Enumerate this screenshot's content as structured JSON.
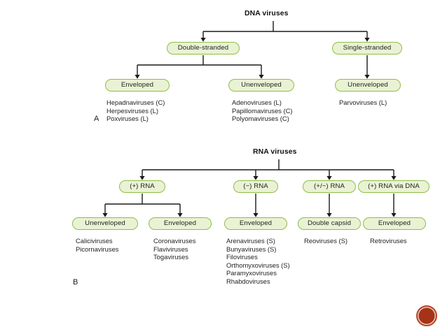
{
  "figure": {
    "background_color": "#ffffff",
    "node_fill": "#eaf2d4",
    "node_border": "#8fbd48",
    "connector_color": "#1a1a1a",
    "text_color": "#1f1f1f"
  },
  "panel_a": {
    "letter": "A",
    "root": {
      "label": "DNA viruses"
    },
    "level1": [
      {
        "label": "Double-stranded"
      },
      {
        "label": "Single-stranded"
      }
    ],
    "level2": [
      {
        "label": "Enveloped"
      },
      {
        "label": "Unenveloped"
      },
      {
        "label": "Unenveloped"
      }
    ],
    "lists": [
      {
        "items": [
          "Hepadnaviruses (C)",
          "Herpesviruses (L)",
          "Poxviruses (L)"
        ]
      },
      {
        "items": [
          "Adenoviruses (L)",
          "Papillomaviruses (C)",
          "Polyomaviruses (C)"
        ]
      },
      {
        "items": [
          "Parvoviruses (L)"
        ]
      }
    ]
  },
  "panel_b": {
    "letter": "B",
    "root": {
      "label": "RNA viruses"
    },
    "level1": [
      {
        "label": "(+) RNA"
      },
      {
        "label": "(−) RNA"
      },
      {
        "label": "(+/−) RNA"
      },
      {
        "label": "(+) RNA via DNA"
      }
    ],
    "level2": [
      {
        "label": "Unenveloped"
      },
      {
        "label": "Enveloped"
      },
      {
        "label": "Enveloped"
      },
      {
        "label": "Double capsid"
      },
      {
        "label": "Enveloped"
      }
    ],
    "lists": [
      {
        "items": [
          "Caliciviruses",
          "Picornaviruses"
        ]
      },
      {
        "items": [
          "Coronaviruses",
          "Flaviviruses",
          "Togaviruses"
        ]
      },
      {
        "items": [
          "Arenaviruses (S)",
          "Bunyaviruses (S)",
          "Filoviruses",
          "Orthomyxoviruses (S)",
          "Paramyxoviruses",
          "Rhabdoviruses"
        ]
      },
      {
        "items": [
          "Reoviruses (S)"
        ]
      },
      {
        "items": [
          "Retroviruses"
        ]
      }
    ]
  },
  "marker": {
    "name": "red-circle-marker",
    "color": "#a63317"
  }
}
